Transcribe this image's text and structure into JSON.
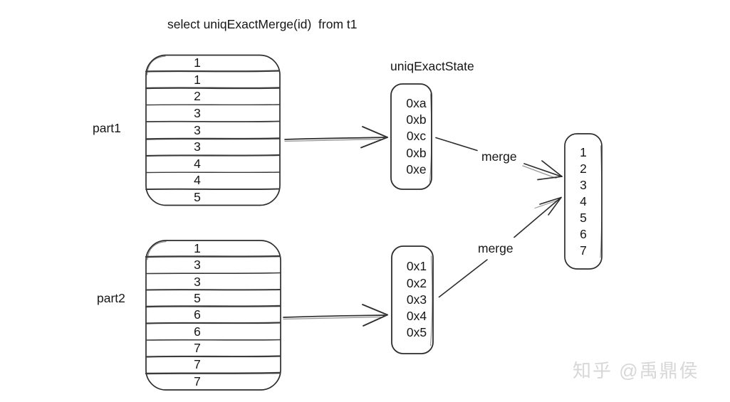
{
  "title": "select uniqExactMerge(id)  from t1",
  "labels": {
    "state": "uniqExactState",
    "part1": "part1",
    "part2": "part2",
    "merge1": "merge",
    "merge2": "merge"
  },
  "part1": {
    "rows": [
      "1",
      "1",
      "2",
      "3",
      "3",
      "3",
      "4",
      "4",
      "5"
    ]
  },
  "part2": {
    "rows": [
      "1",
      "3",
      "3",
      "5",
      "6",
      "6",
      "7",
      "7",
      "7"
    ]
  },
  "state1": {
    "values": [
      "0xa",
      "0xb",
      "0xc",
      "0xb",
      "0xe"
    ]
  },
  "state2": {
    "values": [
      "0x1",
      "0x2",
      "0x3",
      "0x4",
      "0x5"
    ]
  },
  "result": {
    "values": [
      "1",
      "2",
      "3",
      "4",
      "5",
      "6",
      "7"
    ]
  },
  "watermark": "知乎 @禹鼎侯",
  "colors": {
    "stroke": "#2d2d2d",
    "divider": "#3b3b3b",
    "text": "#161616",
    "watermark": "#d7d7d7",
    "background": "#ffffff"
  }
}
